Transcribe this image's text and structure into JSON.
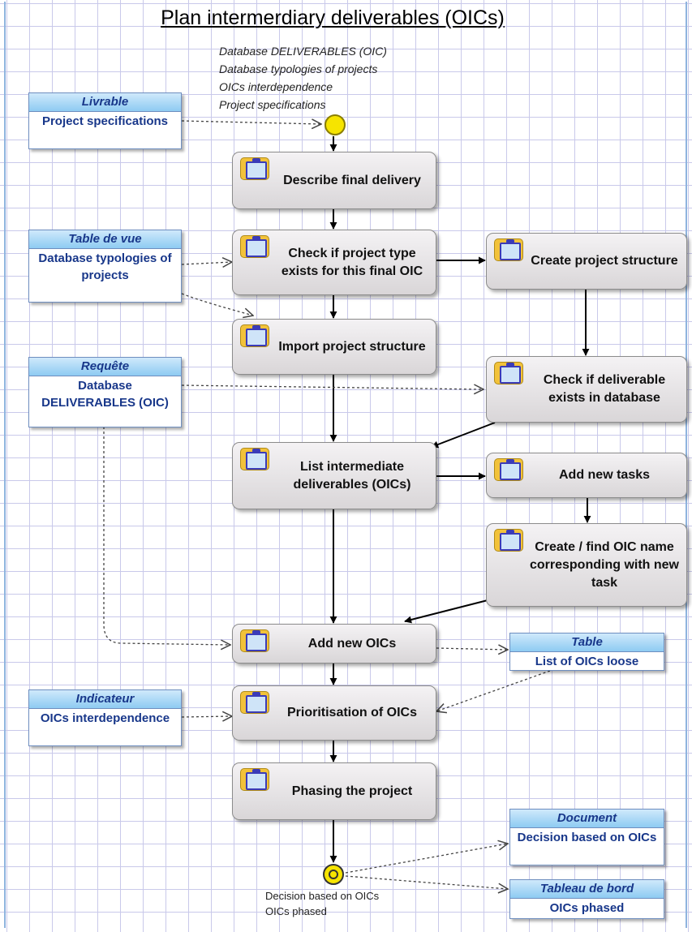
{
  "title": "Plan intermerdiary deliverables (OICs)",
  "start_event": {
    "inputs": [
      "Database DELIVERABLES (OIC)",
      "Database typologies of projects",
      "OICs interdependence",
      "Project specifications"
    ]
  },
  "end_event": {
    "outputs": [
      "Decision based on OICs",
      "OICs phased"
    ]
  },
  "tasks": {
    "describe": "Describe final delivery",
    "check_type": "Check if project type exists for this final OIC",
    "import_structure": "Import project structure",
    "create_structure": "Create project structure",
    "check_deliverable": "Check if deliverable exists in database",
    "list_deliverables": "List intermediate deliverables (OICs)",
    "add_tasks": "Add new tasks",
    "find_oic": "Create / find OIC name corresponding with new task",
    "add_oics": "Add new OICs",
    "prioritise": "Prioritisation of OICs",
    "phasing": "Phasing the project"
  },
  "resources": {
    "livrable": {
      "type": "Livrable",
      "name": "Project specifications"
    },
    "table_vue": {
      "type": "Table de vue",
      "name": "Database typologies of projects"
    },
    "requete": {
      "type": "Requête",
      "name": "Database DELIVERABLES (OIC)"
    },
    "indicateur": {
      "type": "Indicateur",
      "name": "OICs interdependence"
    },
    "table": {
      "type": "Table",
      "name": "List of OICs loose"
    },
    "document": {
      "type": "Document",
      "name": "Decision based on OICs"
    },
    "tableau": {
      "type": "Tableau de bord",
      "name": "OICs phased"
    }
  },
  "colors": {
    "grid": "#c9c9ea",
    "task_fill": "#e4e1e3",
    "resource_header": "#9fd3f4",
    "resource_text": "#18378a",
    "event_fill": "#f6e400"
  },
  "icons": {
    "task": "clipboard-icon",
    "start": "start-event-circle",
    "end": "end-event-circle"
  }
}
